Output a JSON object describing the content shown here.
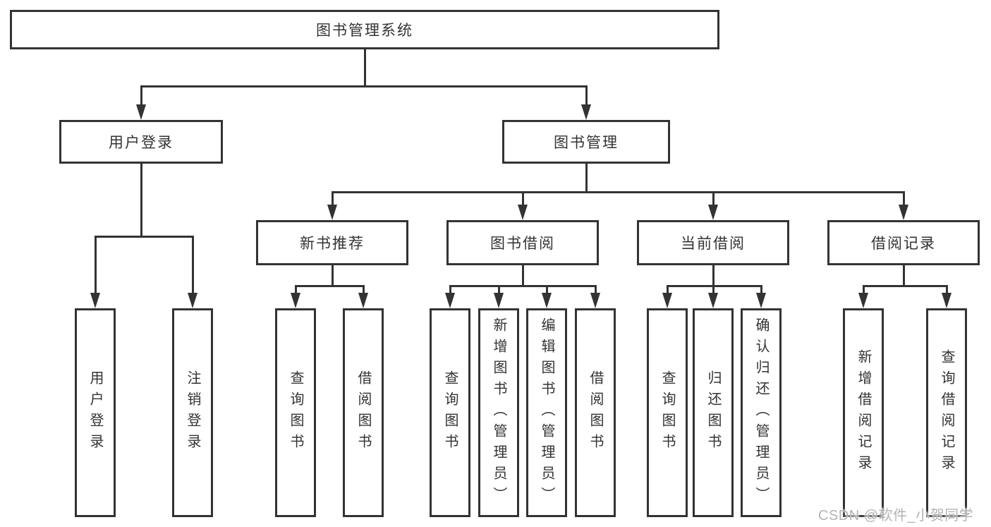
{
  "d": {
    "root_label": "图书管理系统",
    "l2": [
      "用户登录",
      "图书管理"
    ],
    "l3": [
      "新书推荐",
      "图书借阅",
      "当前借阅",
      "借阅记录"
    ],
    "l4": {
      "user_login": [
        "用户登录",
        "注销登录"
      ],
      "new_book_recommend": [
        "查询图书",
        "借阅图书"
      ],
      "book_borrow": [
        "查询图书",
        "新增图书（管理员）",
        "编辑图书（管理员）",
        "借阅图书"
      ],
      "current_borrow": [
        "查询图书",
        "归还图书",
        "确认归还（管理员）"
      ],
      "borrow_record": [
        "新增借阅记录",
        "查询借阅记录"
      ]
    },
    "watermark": "CSDN @软件_小贺同学",
    "colors": {
      "line": "#333333",
      "text": "#333333",
      "background": "#ffffff",
      "watermark": "#b3b3b3"
    }
  }
}
